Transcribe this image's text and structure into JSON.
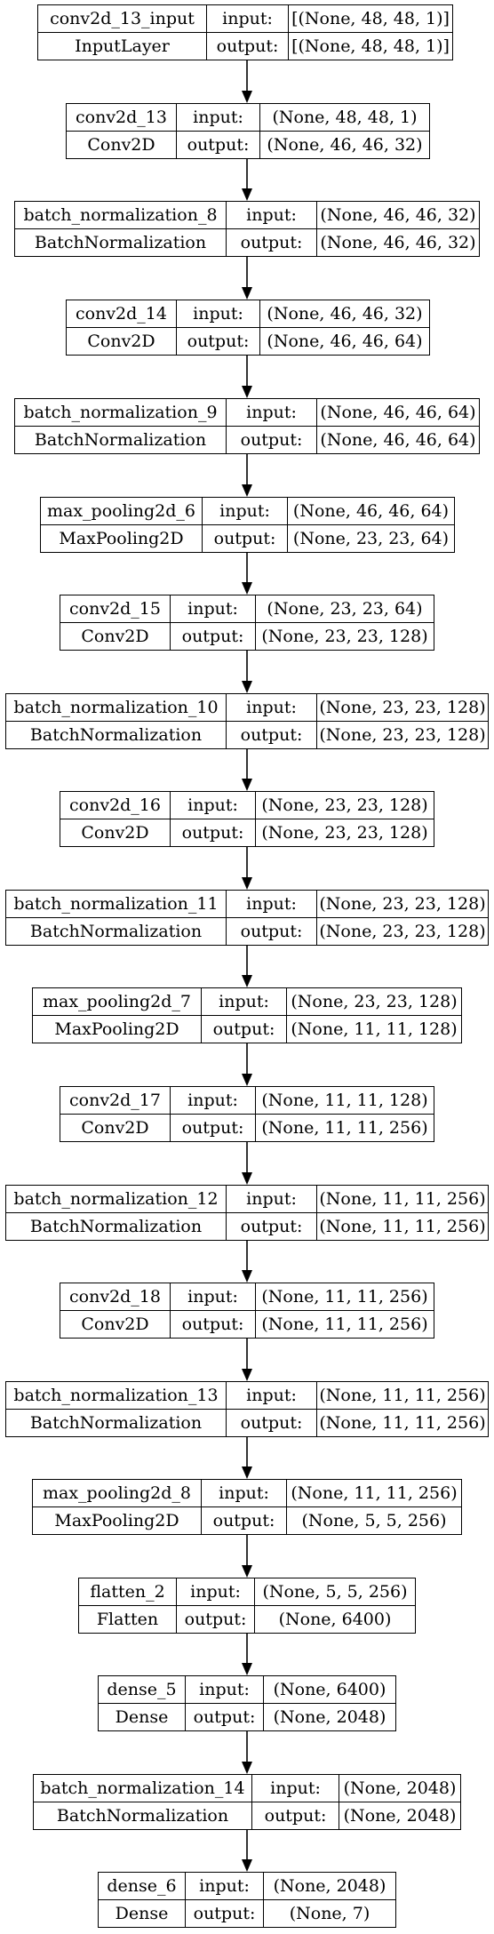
{
  "layers": [
    {
      "name": "conv2d_13_input",
      "type": "InputLayer",
      "input_label": "input:",
      "output_label": "output:",
      "input": "[(None, 48, 48, 1)]",
      "output": "[(None, 48, 48, 1)]"
    },
    {
      "name": "conv2d_13",
      "type": "Conv2D",
      "input_label": "input:",
      "output_label": "output:",
      "input": "(None, 48, 48, 1)",
      "output": "(None, 46, 46, 32)"
    },
    {
      "name": "batch_normalization_8",
      "type": "BatchNormalization",
      "input_label": "input:",
      "output_label": "output:",
      "input": "(None, 46, 46, 32)",
      "output": "(None, 46, 46, 32)"
    },
    {
      "name": "conv2d_14",
      "type": "Conv2D",
      "input_label": "input:",
      "output_label": "output:",
      "input": "(None, 46, 46, 32)",
      "output": "(None, 46, 46, 64)"
    },
    {
      "name": "batch_normalization_9",
      "type": "BatchNormalization",
      "input_label": "input:",
      "output_label": "output:",
      "input": "(None, 46, 46, 64)",
      "output": "(None, 46, 46, 64)"
    },
    {
      "name": "max_pooling2d_6",
      "type": "MaxPooling2D",
      "input_label": "input:",
      "output_label": "output:",
      "input": "(None, 46, 46, 64)",
      "output": "(None, 23, 23, 64)"
    },
    {
      "name": "conv2d_15",
      "type": "Conv2D",
      "input_label": "input:",
      "output_label": "output:",
      "input": "(None, 23, 23, 64)",
      "output": "(None, 23, 23, 128)"
    },
    {
      "name": "batch_normalization_10",
      "type": "BatchNormalization",
      "input_label": "input:",
      "output_label": "output:",
      "input": "(None, 23, 23, 128)",
      "output": "(None, 23, 23, 128)"
    },
    {
      "name": "conv2d_16",
      "type": "Conv2D",
      "input_label": "input:",
      "output_label": "output:",
      "input": "(None, 23, 23, 128)",
      "output": "(None, 23, 23, 128)"
    },
    {
      "name": "batch_normalization_11",
      "type": "BatchNormalization",
      "input_label": "input:",
      "output_label": "output:",
      "input": "(None, 23, 23, 128)",
      "output": "(None, 23, 23, 128)"
    },
    {
      "name": "max_pooling2d_7",
      "type": "MaxPooling2D",
      "input_label": "input:",
      "output_label": "output:",
      "input": "(None, 23, 23, 128)",
      "output": "(None, 11, 11, 128)"
    },
    {
      "name": "conv2d_17",
      "type": "Conv2D",
      "input_label": "input:",
      "output_label": "output:",
      "input": "(None, 11, 11, 128)",
      "output": "(None, 11, 11, 256)"
    },
    {
      "name": "batch_normalization_12",
      "type": "BatchNormalization",
      "input_label": "input:",
      "output_label": "output:",
      "input": "(None, 11, 11, 256)",
      "output": "(None, 11, 11, 256)"
    },
    {
      "name": "conv2d_18",
      "type": "Conv2D",
      "input_label": "input:",
      "output_label": "output:",
      "input": "(None, 11, 11, 256)",
      "output": "(None, 11, 11, 256)"
    },
    {
      "name": "batch_normalization_13",
      "type": "BatchNormalization",
      "input_label": "input:",
      "output_label": "output:",
      "input": "(None, 11, 11, 256)",
      "output": "(None, 11, 11, 256)"
    },
    {
      "name": "max_pooling2d_8",
      "type": "MaxPooling2D",
      "input_label": "input:",
      "output_label": "output:",
      "input": "(None, 11, 11, 256)",
      "output": "(None, 5, 5, 256)"
    },
    {
      "name": "flatten_2",
      "type": "Flatten",
      "input_label": "input:",
      "output_label": "output:",
      "input": "(None, 5, 5, 256)",
      "output": "(None, 6400)"
    },
    {
      "name": "dense_5",
      "type": "Dense",
      "input_label": "input:",
      "output_label": "output:",
      "input": "(None, 6400)",
      "output": "(None, 2048)"
    },
    {
      "name": "batch_normalization_14",
      "type": "BatchNormalization",
      "input_label": "input:",
      "output_label": "output:",
      "input": "(None, 2048)",
      "output": "(None, 2048)"
    },
    {
      "name": "dense_6",
      "type": "Dense",
      "input_label": "input:",
      "output_label": "output:",
      "input": "(None, 2048)",
      "output": "(None, 7)"
    }
  ]
}
